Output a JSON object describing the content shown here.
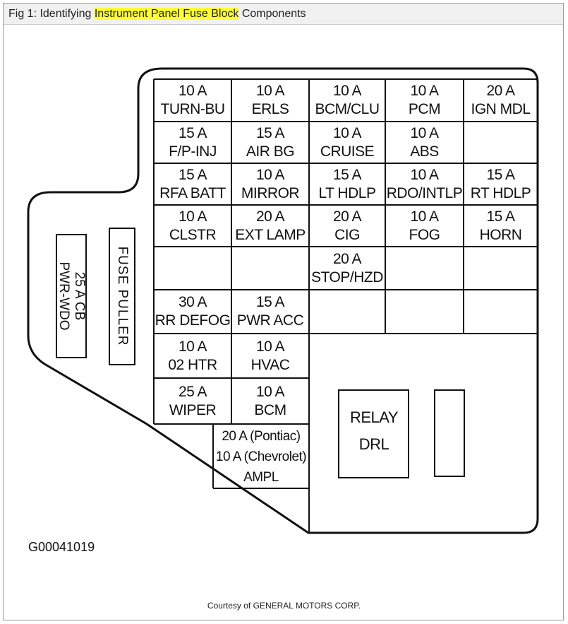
{
  "header": {
    "prefix": "Fig 1: Identifying ",
    "highlight": "Instrument Panel Fuse Block",
    "suffix": " Components"
  },
  "fuses": [
    {
      "id": "r1c1",
      "amp": "10 A",
      "name": "TURN-BU"
    },
    {
      "id": "r1c2",
      "amp": "10 A",
      "name": "ERLS"
    },
    {
      "id": "r1c3",
      "amp": "10 A",
      "name": "BCM/CLU"
    },
    {
      "id": "r1c4",
      "amp": "10 A",
      "name": "PCM"
    },
    {
      "id": "r1c5",
      "amp": "20 A",
      "name": "IGN MDL"
    },
    {
      "id": "r2c1",
      "amp": "15 A",
      "name": "F/P-INJ"
    },
    {
      "id": "r2c2",
      "amp": "15 A",
      "name": "AIR BG"
    },
    {
      "id": "r2c3",
      "amp": "10 A",
      "name": "CRUISE"
    },
    {
      "id": "r2c4",
      "amp": "10 A",
      "name": "ABS"
    },
    {
      "id": "r3c1",
      "amp": "15 A",
      "name": "RFA BATT"
    },
    {
      "id": "r3c2",
      "amp": "10 A",
      "name": "MIRROR"
    },
    {
      "id": "r3c3",
      "amp": "15 A",
      "name": "LT HDLP"
    },
    {
      "id": "r3c4",
      "amp": "10 A",
      "name": "RDO/INTLP"
    },
    {
      "id": "r3c5",
      "amp": "15 A",
      "name": "RT HDLP"
    },
    {
      "id": "r4c1",
      "amp": "10 A",
      "name": "CLSTR"
    },
    {
      "id": "r4c2",
      "amp": "20 A",
      "name": "EXT LAMP"
    },
    {
      "id": "r4c3",
      "amp": "20 A",
      "name": "CIG"
    },
    {
      "id": "r4c4",
      "amp": "10 A",
      "name": "FOG"
    },
    {
      "id": "r4c5",
      "amp": "15 A",
      "name": "HORN"
    },
    {
      "id": "r5c3",
      "amp": "20 A",
      "name": "STOP/HZD"
    },
    {
      "id": "r6c1",
      "amp": "30 A",
      "name": "RR DEFOG"
    },
    {
      "id": "r6c2",
      "amp": "15 A",
      "name": "PWR ACC"
    },
    {
      "id": "r7c1",
      "amp": "10 A",
      "name": "02 HTR"
    },
    {
      "id": "r7c2",
      "amp": "10 A",
      "name": "HVAC"
    },
    {
      "id": "r8c1",
      "amp": "25 A",
      "name": "WIPER"
    },
    {
      "id": "r8c2",
      "amp": "10 A",
      "name": "BCM"
    }
  ],
  "ampl": {
    "line1": "20 A (Pontiac)",
    "line2": "10 A (Chevrolet)",
    "line3": "AMPL"
  },
  "relay": {
    "line1": "RELAY",
    "line2": "DRL"
  },
  "circuit_breaker": {
    "line1": "25 A  CB",
    "line2": "PWR-WDO"
  },
  "fuse_puller": "FUSE PULLER",
  "figure_id": "G00041019",
  "courtesy": "Courtesy of GENERAL MOTORS CORP."
}
